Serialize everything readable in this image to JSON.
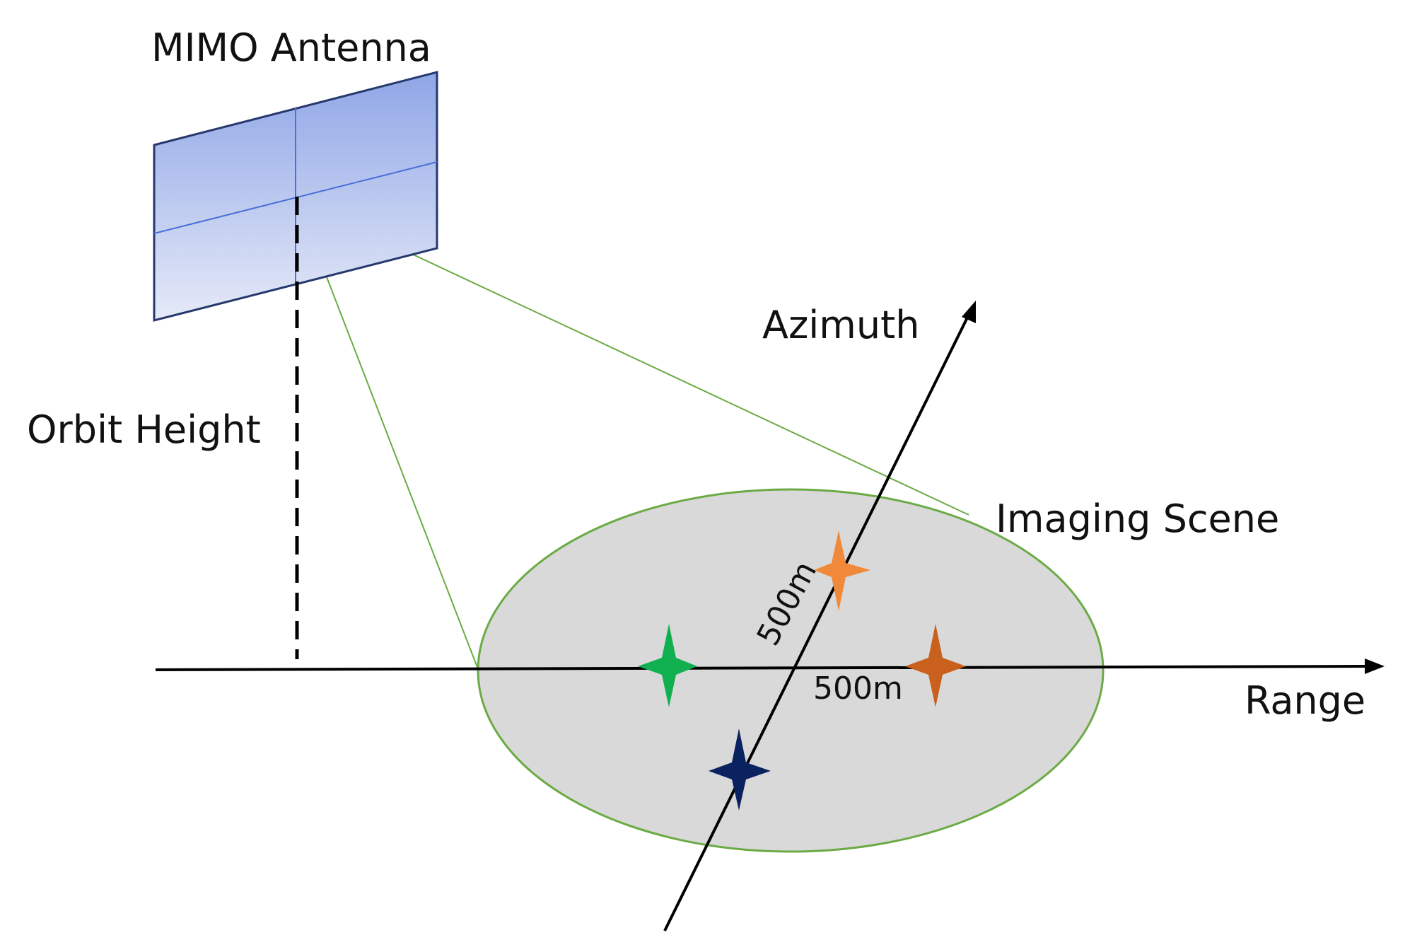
{
  "labels": {
    "antenna": "MIMO Antenna",
    "orbit_height": "Orbit Height",
    "azimuth": "Azimuth",
    "imaging_scene": "Imaging Scene",
    "range": "Range",
    "azimuth_extent": "500m",
    "range_extent": "500m"
  },
  "colors": {
    "antenna_fill_top": "#8fa6e6",
    "antenna_fill_bottom": "#e6eaf8",
    "antenna_edge": "#27386e",
    "antenna_grid": "#4a70d8",
    "beam": "#6aab44",
    "scene_fill": "#d9d9d9",
    "scene_edge": "#6aab44",
    "axis": "#000000",
    "target_orange": "#f08a3a",
    "target_green": "#10b050",
    "target_rust": "#c9601e",
    "target_navy": "#0a2260"
  },
  "targets": [
    {
      "name": "target-orange",
      "color_key": "target_orange"
    },
    {
      "name": "target-green",
      "color_key": "target_green"
    },
    {
      "name": "target-rust",
      "color_key": "target_rust"
    },
    {
      "name": "target-navy",
      "color_key": "target_navy"
    }
  ]
}
